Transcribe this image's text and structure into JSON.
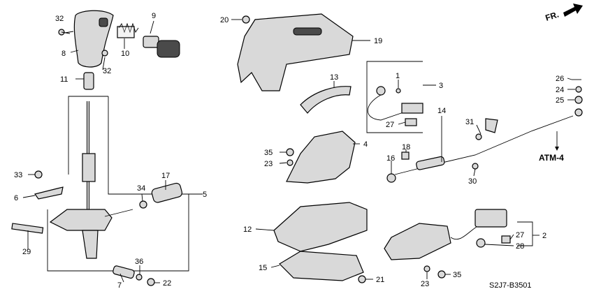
{
  "header": {
    "direction_label": "FR."
  },
  "footer": {
    "diagram_code": "S2J7-B3501"
  },
  "reference": {
    "atm_label": "ATM-4"
  },
  "callouts": [
    "32",
    "9",
    "8",
    "10",
    "32",
    "11",
    "20",
    "19",
    "13",
    "1",
    "3",
    "26",
    "24",
    "25",
    "27",
    "14",
    "31",
    "35",
    "23",
    "4",
    "18",
    "16",
    "30",
    "33",
    "6",
    "34",
    "17",
    "5",
    "12",
    "2",
    "27",
    "28",
    "29",
    "15",
    "7",
    "36",
    "22",
    "21",
    "23",
    "35"
  ]
}
